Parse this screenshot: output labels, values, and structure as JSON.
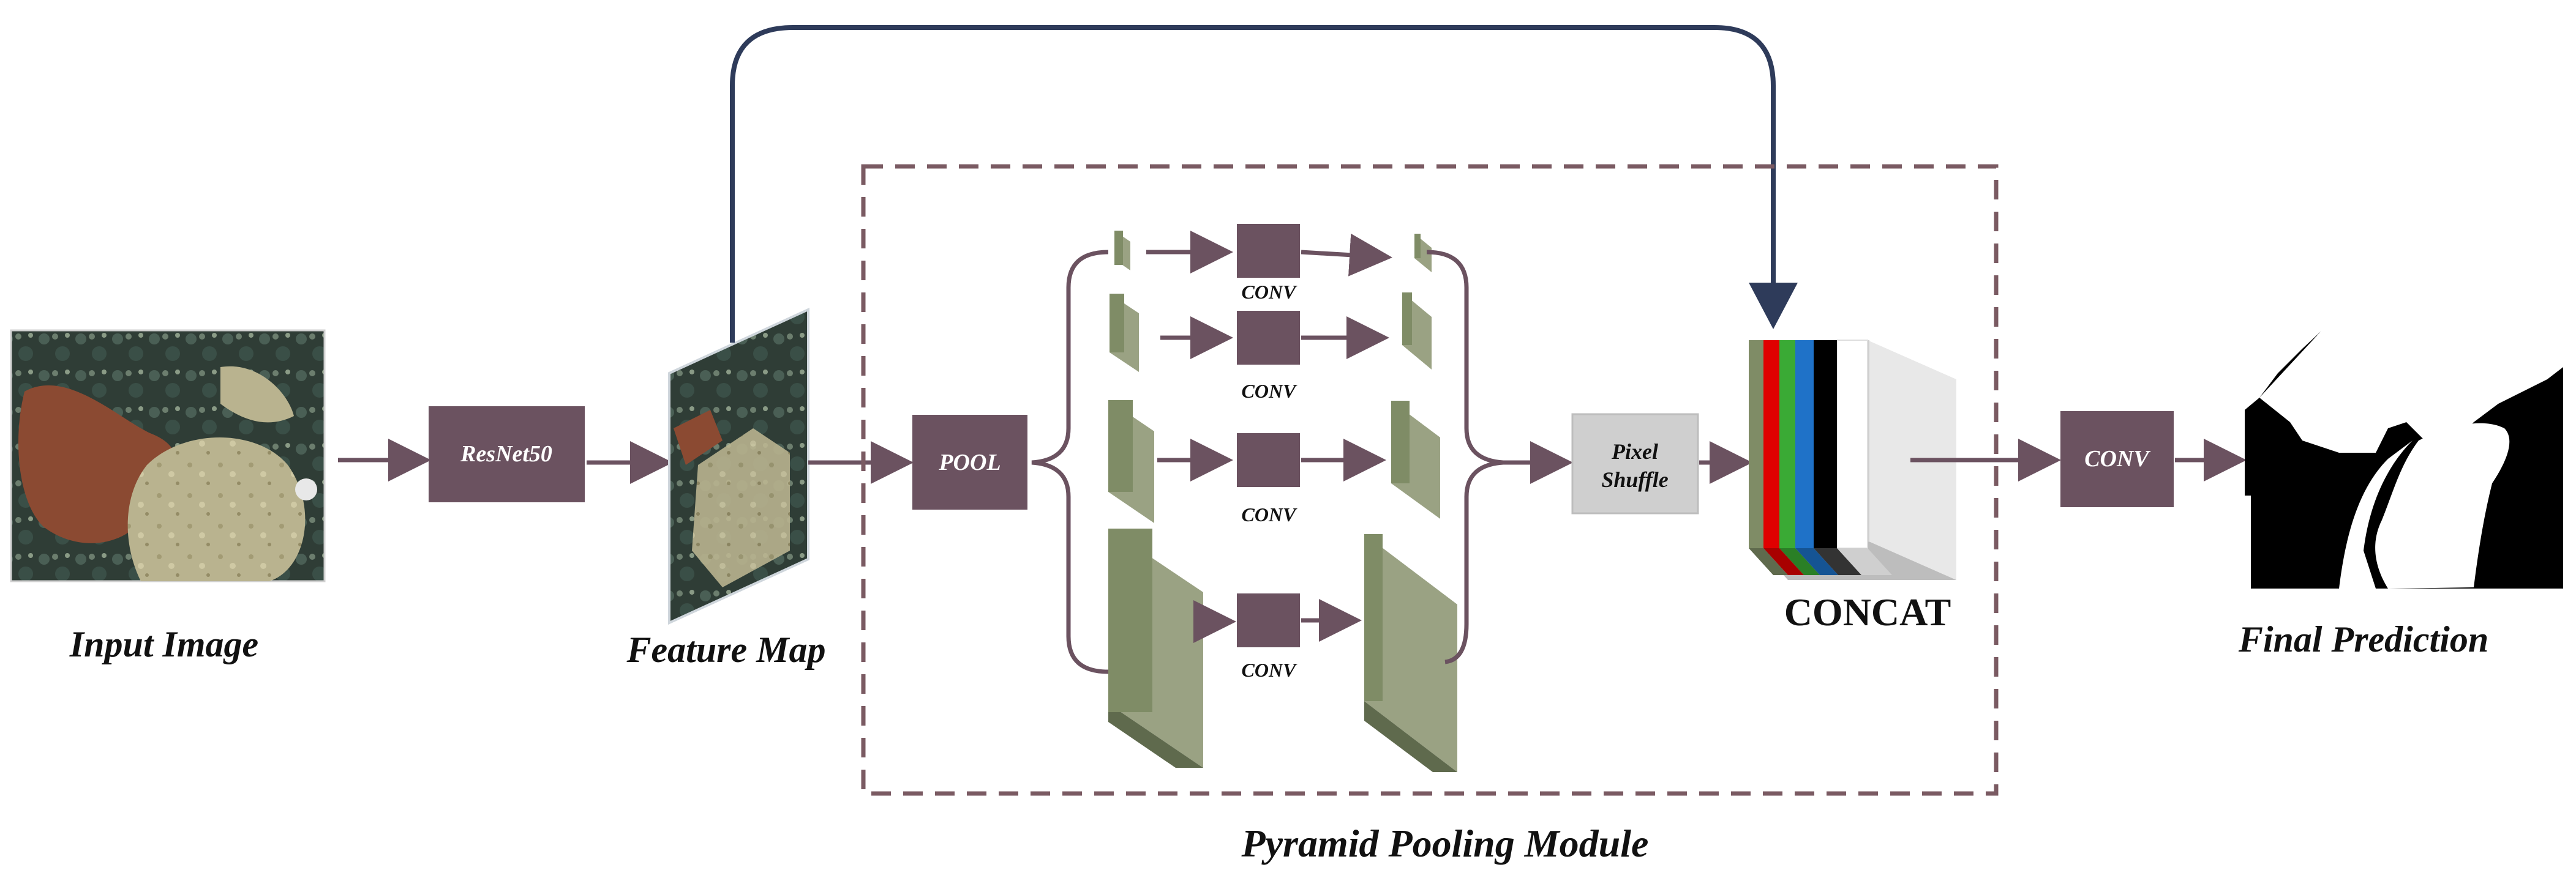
{
  "labels": {
    "input_image": "Input Image",
    "feature_map": "Feature Map",
    "final_prediction": "Final Prediction",
    "module": "Pyramid Pooling Module",
    "concat": "CONCAT"
  },
  "blocks": {
    "resnet": "ResNet50",
    "pool": "POOL",
    "pixel_shuffle_line1": "Pixel",
    "pixel_shuffle_line2": "Shuffle",
    "conv_final": "CONV"
  },
  "branches": [
    {
      "conv_label": "CONV"
    },
    {
      "conv_label": "CONV"
    },
    {
      "conv_label": "CONV"
    },
    {
      "conv_label": "CONV"
    }
  ],
  "colors": {
    "block": "#6b5260",
    "arrow": "#6b5260",
    "skip_arrow": "#2e3b5a",
    "feature_front": "#7f8c66",
    "feature_side": "#9aa283",
    "feature_top": "#5f6a4d",
    "dashed_border": "#7a5a62",
    "pixel_shuffle": "#cfcfcf",
    "concat_layers": [
      "#7f8c66",
      "#e00000",
      "#3aaa35",
      "#1f72c8",
      "#000000",
      "#ffffff",
      "#e8e8e8"
    ]
  }
}
